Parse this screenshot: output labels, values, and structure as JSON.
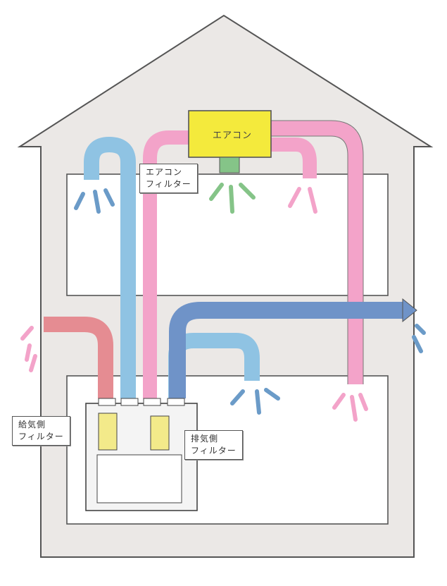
{
  "aircon": {
    "label": "エアコン"
  },
  "callouts": {
    "aircon_filter": [
      "エアコン",
      "フィルター"
    ],
    "supply_filter": [
      "給気側",
      "フィルター"
    ],
    "exhaust_filter": [
      "排気側",
      "フィルター"
    ]
  },
  "colors": {
    "house_wall": "#ebe8e6",
    "room": "#ffffff",
    "aircon_box": "#f4ea3c",
    "supply_blue": "#8fc3e3",
    "exhaust_blue": "#6f93c8",
    "warm_pink": "#f3a3c9",
    "outside_red": "#e58c92",
    "green": "#85c488",
    "filter_yellow": "#f3ea8a"
  }
}
